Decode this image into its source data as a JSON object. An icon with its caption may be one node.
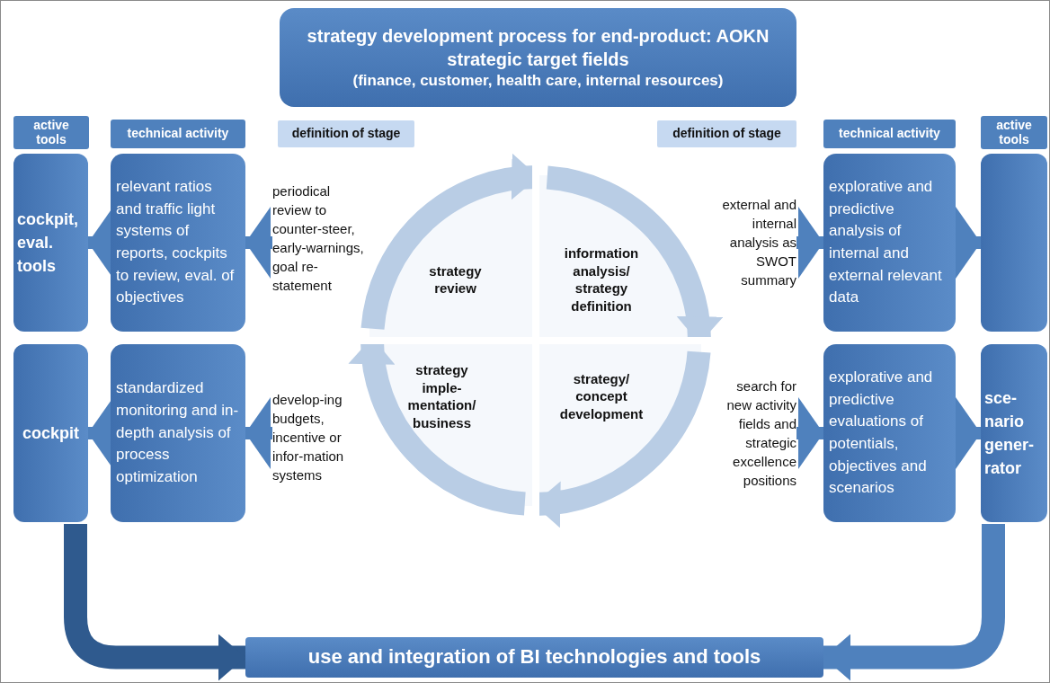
{
  "diagram": {
    "nodes": [
      {
        "text": [
          "strategy development process for end-product: AOKN strategic target fields",
          "(finance, customer, health care, internal resources)"
        ]
      },
      {
        "text": [
          "active tools"
        ]
      },
      {
        "text": [
          "technical activity"
        ]
      },
      {
        "text": [
          "definition of stage"
        ]
      },
      {
        "text": [
          "definition of stage"
        ]
      },
      {
        "text": [
          "technical activity"
        ]
      },
      {
        "text": [
          "active tools"
        ]
      },
      {
        "text": [
          "cockpit, eval. tools"
        ]
      },
      {
        "text": [
          "relevant ratios and traffic light systems of reports, cockpits to review, eval. of objectives"
        ]
      },
      {
        "text": [
          "periodical review to counter-steer, early-warnings, goal re-statement"
        ]
      },
      {
        "text": [
          "strategy review"
        ]
      },
      {
        "text": [
          "information analysis/ strategy definition"
        ]
      },
      {
        "text": [
          "external and internal analysis as SWOT summary"
        ]
      },
      {
        "text": [
          "explorative and predictive analysis of internal and external relevant data"
        ]
      },
      {
        "text": [],
        "shape": "box"
      },
      {
        "text": [
          "cockpit"
        ]
      },
      {
        "text": [
          "standardized monitoring and in-depth analysis of process optimization"
        ]
      },
      {
        "text": [
          "develop-ing budgets, incentive or infor-mation systems"
        ]
      },
      {
        "text": [
          "strategy imple-mentation/ business"
        ]
      },
      {
        "text": [
          "strategy/ concept development"
        ]
      },
      {
        "text": [
          "search for new activity fields and strategic excellence positions"
        ]
      },
      {
        "text": [
          "explorative and predictive evaluations of potentials, objectives and scenarios"
        ]
      },
      {
        "text": [
          "sce-nario gener-rator"
        ]
      },
      {
        "text": [
          "use and integration of BI technologies and tools"
        ]
      }
    ],
    "edges": [
      {
        "from": 8,
        "to": 7,
        "arrow": "to"
      },
      {
        "from": 9,
        "to": 8,
        "arrow": "to"
      },
      {
        "from": 12,
        "to": 13,
        "arrow": "to"
      },
      {
        "from": 13,
        "to": 14,
        "arrow": "to"
      },
      {
        "from": 16,
        "to": 15,
        "arrow": "to"
      },
      {
        "from": 17,
        "to": 16,
        "arrow": "to"
      },
      {
        "from": 20,
        "to": 21,
        "arrow": "to"
      },
      {
        "from": 21,
        "to": 22,
        "arrow": "to"
      },
      {
        "from": 10,
        "to": 11,
        "arrow": "to",
        "style": "thick",
        "color": "#b9cde5"
      },
      {
        "from": 11,
        "to": 19,
        "arrow": "to",
        "style": "thick",
        "color": "#b9cde5"
      },
      {
        "from": 19,
        "to": 18,
        "arrow": "to",
        "style": "thick",
        "color": "#b9cde5"
      },
      {
        "from": 18,
        "to": 10,
        "arrow": "to",
        "style": "thick",
        "color": "#b9cde5"
      },
      {
        "from": 15,
        "to": 23,
        "arrow": "to",
        "style": "thick",
        "color": "#2f5a8e"
      },
      {
        "from": 22,
        "to": 23,
        "arrow": "to",
        "style": "thick"
      }
    ]
  }
}
